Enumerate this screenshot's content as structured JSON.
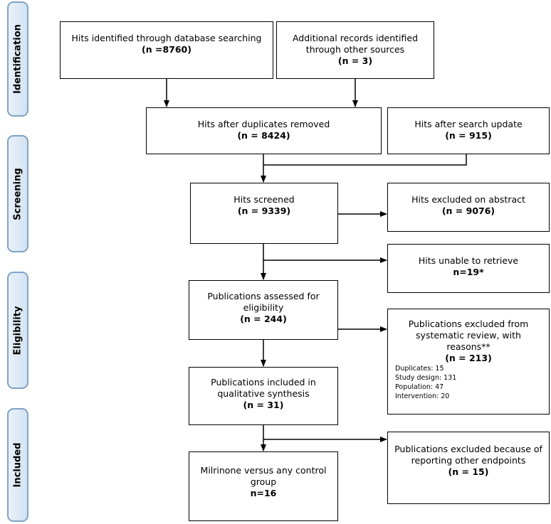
{
  "stages": {
    "identification": "Identification",
    "screening": "Screening",
    "eligibility": "Eligibility",
    "included": "Included"
  },
  "boxes": {
    "database_hits": {
      "text": "Hits identified through database searching",
      "n": "(n =8760)"
    },
    "additional_records": {
      "text": "Additional records identified through other sources",
      "n": "(n = 3)"
    },
    "after_duplicates": {
      "text": "Hits after duplicates removed",
      "n": "(n = 8424)"
    },
    "search_update": {
      "text": "Hits after search update",
      "n": "(n = 915)"
    },
    "screened": {
      "text": "Hits screened",
      "n": "(n = 9339)"
    },
    "excluded_abstract": {
      "text": "Hits excluded on abstract",
      "n": "(n = 9076)"
    },
    "unable_retrieve": {
      "text": "Hits unable to retrieve",
      "n": "n=19*"
    },
    "assessed": {
      "text": "Publications assessed for eligibility",
      "n": "(n = 244)"
    },
    "excluded_review": {
      "text": "Publications excluded from systematic review, with reasons**",
      "n": "(n = 213)",
      "reasons": [
        "Duplicates: 15",
        "Study design: 131",
        "Population: 47",
        "Intervention: 20"
      ]
    },
    "included_qualitative": {
      "text": "Publications included in qualitative synthesis",
      "n": "(n = 31)"
    },
    "excluded_endpoints": {
      "text": "Publications excluded because of reporting other endpoints",
      "n": "(n = 15)"
    },
    "milrinone": {
      "text": "Milrinone versus any control group",
      "n": "n=16"
    }
  },
  "colors": {
    "stage_border": "#7ea3c6",
    "stage_fill": "#dbe8f4",
    "line": "#000000"
  }
}
